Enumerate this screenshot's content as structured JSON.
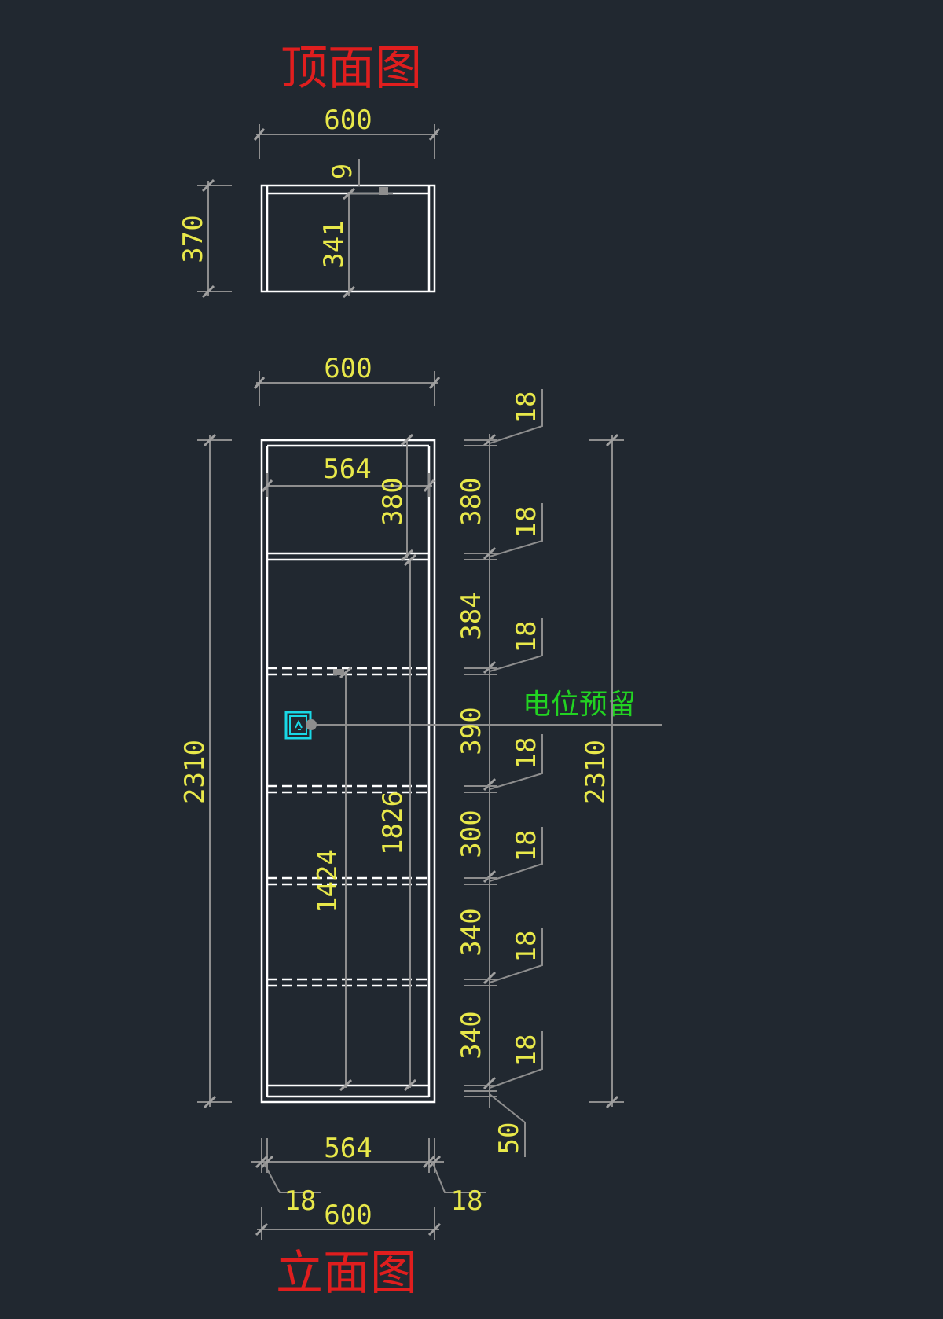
{
  "colors": {
    "background": "#212830",
    "object_line": "#ffffff",
    "dimension_line": "#8e8e8e",
    "dimension_text": "#e8e84a",
    "title_text": "#e01e1e",
    "note_text": "#22d322",
    "outlet_symbol": "#19d8e6"
  },
  "titles": {
    "top_view": "顶面图",
    "elevation": "立面图"
  },
  "top_view": {
    "width": "600",
    "depth": "370",
    "panel": "9",
    "inner_depth": "341"
  },
  "elevation": {
    "top_width": "600",
    "inner_width_top": "564",
    "total_height_left": "2310",
    "total_height_right": "2310",
    "inner_height_1826": "1826",
    "inner_height_1424": "1424",
    "upper_gap_380": "380",
    "compartments": [
      {
        "height": "380",
        "board": "18"
      },
      {
        "height": "384",
        "board": "18"
      },
      {
        "height": "390",
        "board": "18"
      },
      {
        "height": "300",
        "board": "18"
      },
      {
        "height": "340",
        "board": "18"
      },
      {
        "height": "340",
        "board": "18"
      }
    ],
    "top_board": "18",
    "base": "50",
    "bottom_inner_width": "564",
    "bottom_side_left": "18",
    "bottom_side_right": "18",
    "bottom_width": "600",
    "outlet_note": "电位预留",
    "outlet_icon": "power-outlet-icon"
  }
}
